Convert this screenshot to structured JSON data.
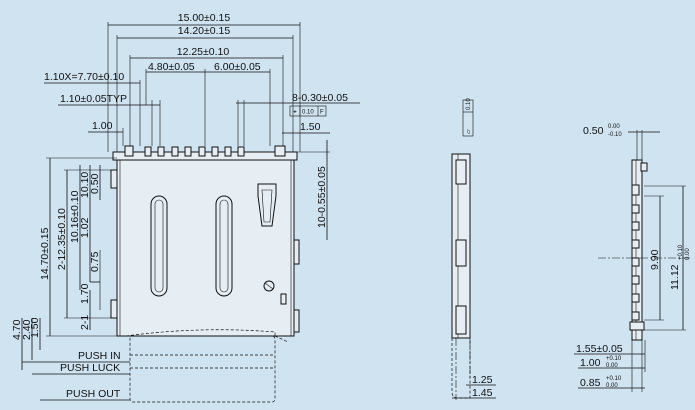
{
  "dims": {
    "overall_width": "15.00±0.15",
    "inner_width": "14.20±0.15",
    "pin_span": "12.25±0.10",
    "offset_a": "4.80±0.05",
    "offset_b": "6.00±0.05",
    "pitch": "1.10X=7.70±0.10",
    "pin_width_typ": "1.10±0.05TYP",
    "pin_count": "8-0.30±0.05",
    "tol_flat": "0.10",
    "tol_ref": "F",
    "left_edge": "1.00",
    "right_edge": "1.50",
    "right_height": "10-0.55±0.05",
    "v_10_16": "10.16±0.10",
    "v_10_10": "10.10",
    "v_0_50": "0.50",
    "v_12_35": "2-12.35±0.10",
    "v_14_70": "14.70±0.15",
    "v_1_02": "1.02",
    "v_0_75": "0.75",
    "v_1_70": "1.70",
    "v_2_1": "2-1",
    "v_4_70": "4.70",
    "v_2_40": "2.40",
    "v_1_50": "1.50"
  },
  "push": {
    "push_in": "PUSH IN",
    "push_luck": "PUSH LUCK",
    "push_out": "PUSH OUT"
  },
  "side": {
    "flat_box": "0.10",
    "w_1_25": "1.25",
    "w_1_45": "1.45"
  },
  "end": {
    "top_tol": "0.50",
    "top_tol_up": "0.00",
    "top_tol_dn": "-0.10",
    "h_9_90": "9.90",
    "h_11_12": "11.12",
    "h_11_12_up": "+0.10",
    "h_11_12_dn": "0.00",
    "b_1_55": "1.55±0.05",
    "b_1_00": "1.00",
    "b_1_00_up": "+0.10",
    "b_1_00_dn": "0.00",
    "b_0_85": "0.85",
    "b_0_85_up": "+0.10",
    "b_0_85_dn": "0.00"
  }
}
